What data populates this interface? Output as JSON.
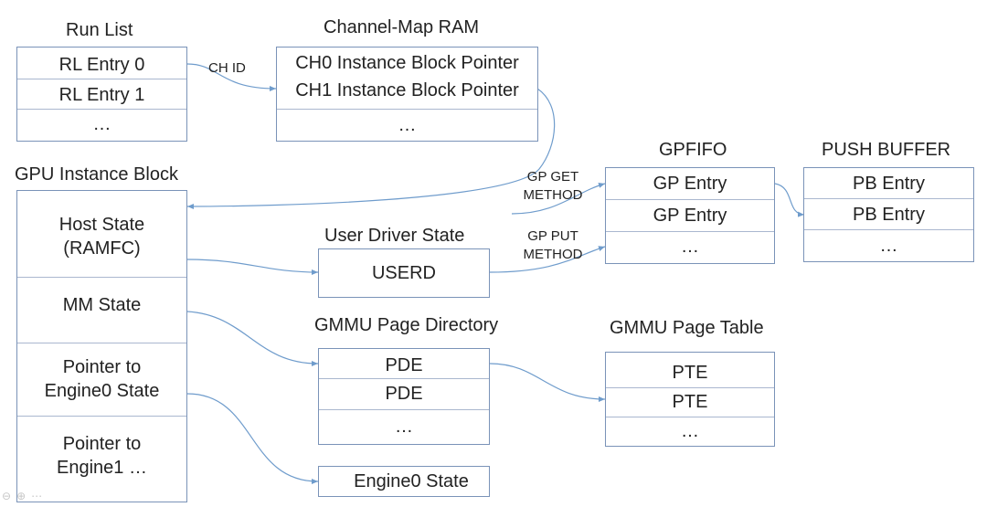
{
  "run_list": {
    "title": "Run List",
    "entries": [
      "RL Entry 0",
      "RL Entry 1",
      "…"
    ]
  },
  "channel_map": {
    "title": "Channel-Map RAM",
    "entries": [
      "CH0 Instance Block Pointer",
      "CH1 Instance Block Pointer",
      "…"
    ]
  },
  "instance_block": {
    "title": "GPU Instance Block",
    "sections": [
      "Host State (RAMFC)",
      "MM State",
      "Pointer to Engine0 State",
      "Pointer to Engine1 …"
    ]
  },
  "gpfifo": {
    "title": "GPFIFO",
    "entries": [
      "GP Entry",
      "GP Entry",
      "…"
    ]
  },
  "push_buffer": {
    "title": "PUSH BUFFER",
    "entries": [
      "PB Entry",
      "PB Entry",
      "…"
    ]
  },
  "user_driver": {
    "title": "User Driver State",
    "entries": [
      "USERD"
    ]
  },
  "page_directory": {
    "title": "GMMU Page Directory",
    "entries": [
      "PDE",
      "PDE",
      "…"
    ]
  },
  "page_table": {
    "title": "GMMU Page Table",
    "entries": [
      "PTE",
      "PTE",
      "…"
    ]
  },
  "engine0": {
    "entries": [
      "Engine0 State"
    ]
  },
  "edge_labels": {
    "ch_id": "CH ID",
    "gp_get_line1": "GP GET",
    "gp_get_line2": "METHOD",
    "gp_put_line1": "GP PUT",
    "gp_put_line2": "METHOD"
  },
  "colors": {
    "box_border": "#7a93b8",
    "arrow": "#6f9ccc",
    "text": "#222222"
  }
}
